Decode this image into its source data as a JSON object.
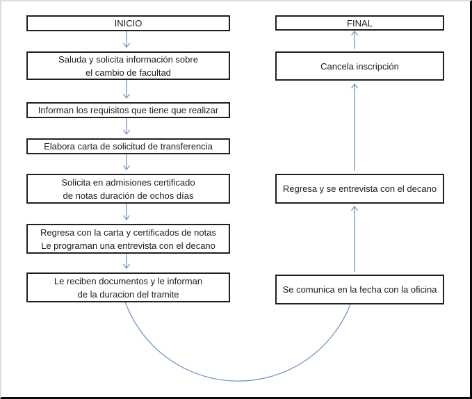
{
  "diagram": {
    "type": "flowchart",
    "colors": {
      "connector": "#7d9cc8",
      "box_border": "#1f1f1f",
      "text": "#1c1c1c"
    },
    "left_column": [
      {
        "id": "inicio",
        "lines": [
          "INICIO"
        ]
      },
      {
        "id": "saluda",
        "lines": [
          "Saluda y solicita información sobre",
          "el cambio de facultad"
        ]
      },
      {
        "id": "informan",
        "lines": [
          "Informan los requisitos que tiene que realizar"
        ]
      },
      {
        "id": "elabora",
        "lines": [
          "Elabora carta de solicitud de transferencia"
        ]
      },
      {
        "id": "solicita",
        "lines": [
          "Solicita en admisiones certificado",
          "de notas duración de ochos días"
        ]
      },
      {
        "id": "regresa-carta",
        "lines": [
          "Regresa con la carta y certificados de notas",
          "Le programan una entrevista con el decano"
        ]
      },
      {
        "id": "reciben",
        "lines": [
          "Le reciben documentos y le informan",
          "de la duracion del tramite"
        ]
      }
    ],
    "right_column": [
      {
        "id": "final",
        "lines": [
          "FINAL"
        ]
      },
      {
        "id": "cancela",
        "lines": [
          "Cancela inscripción"
        ]
      },
      {
        "id": "regresa-decano",
        "lines": [
          "Regresa y se entrevista con el decano"
        ]
      },
      {
        "id": "comunica",
        "lines": [
          "Se comunica en la fecha con la oficina"
        ]
      }
    ]
  }
}
